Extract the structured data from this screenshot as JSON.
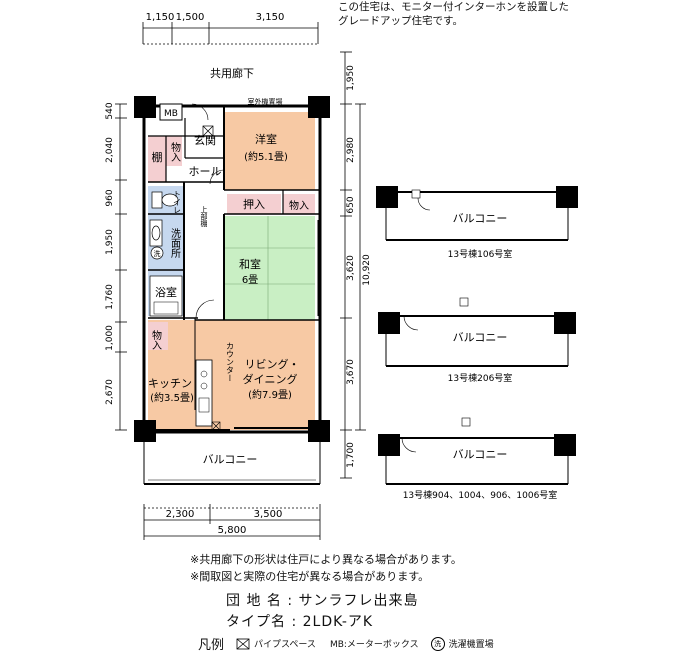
{
  "top_note": {
    "line1": "この住宅は、モニター付インターホンを設置した",
    "line2": "グレードアップ住宅です。"
  },
  "dimensions": {
    "top": [
      "1,150",
      "1,500",
      "3,150"
    ],
    "left": [
      "540",
      "2,040",
      "960",
      "1,950",
      "1,760",
      "1,000",
      "2,670"
    ],
    "right": [
      "1,950",
      "2,980",
      "650",
      "3,620",
      "3,670",
      "1,700"
    ],
    "right_total": "10,920",
    "bottom": [
      "2,300",
      "3,500"
    ],
    "bottom_total": "5,800"
  },
  "plan_labels": {
    "corridor": "共用廊下",
    "outdoor_unit": "室外機置場",
    "mb": "MB",
    "entrance": "玄関",
    "shelf": "棚",
    "storage": "物入",
    "hall": "ホール",
    "toilet": "トイレ",
    "upper_shelf": "上部棚",
    "washroom": "洗面所",
    "washer_mark": "洗",
    "bath": "浴室",
    "western_room": "洋室",
    "western_size": "(約5.1畳)",
    "closet": "押入",
    "storage2": "物入",
    "japanese_room": "和室",
    "japanese_size": "6畳",
    "storage3": "物入",
    "counter": "カウンター",
    "kitchen": "キッチン",
    "kitchen_size": "(約3.5畳)",
    "living": "リビング・",
    "living2": "ダイニング",
    "living_size": "(約7.9畳)",
    "balcony": "バルコニー"
  },
  "variants": [
    {
      "balcony": "バルコニー",
      "caption": "13号棟106号室"
    },
    {
      "balcony": "バルコニー",
      "caption": "13号棟206号室"
    },
    {
      "balcony": "バルコニー",
      "caption": "13号棟904、1004、906、1006号室"
    }
  ],
  "notes": [
    "※共用廊下の形状は住戸により異なる場合があります。",
    "※間取図と実際の住宅が異なる場合があります。"
  ],
  "info": {
    "complex_label": "団 地 名",
    "complex_value": "サンラフレ出来島",
    "type_label": "タイプ名",
    "type_value": "2LDK-アK"
  },
  "legend": {
    "title": "凡例",
    "pipe_space": "パイプスペース",
    "mb": "MB:メーターボックス",
    "washer_mark": "洗",
    "washer": "洗濯機置場"
  },
  "colors": {
    "western": "#f7c9a4",
    "japanese": "#c9efc4",
    "ldk": "#f7c9a4",
    "wet": "#c6d8ef",
    "storage": "#f4cfd1",
    "wall": "#000000"
  }
}
